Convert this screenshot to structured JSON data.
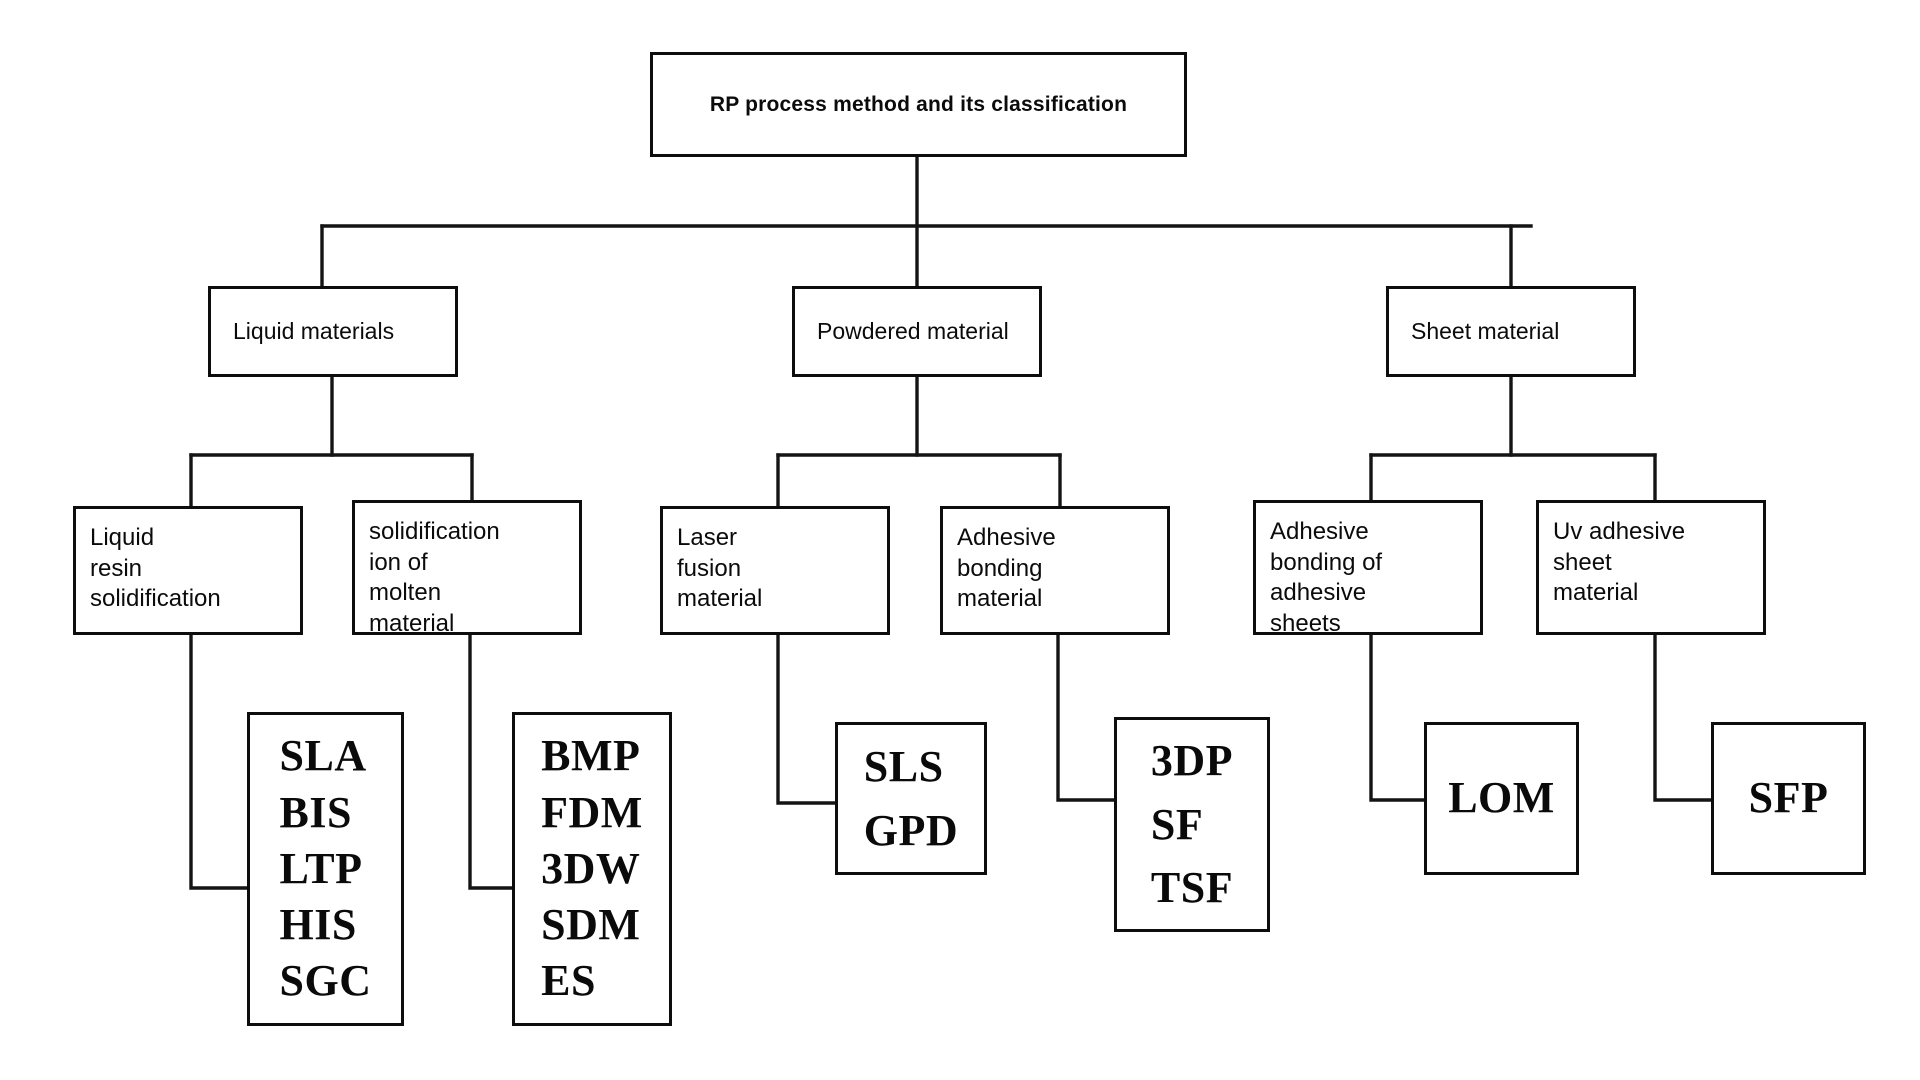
{
  "diagram": {
    "title": "RP process method and its classification",
    "type": "tree",
    "orientation": "top-down",
    "stroke_color": "#0d0d0d",
    "background_color": "#ffffff",
    "text_color": "#0b0b0b"
  },
  "root": {
    "label": "RP process method and its classification"
  },
  "categories": [
    {
      "label": "Liquid materials"
    },
    {
      "label": "Powdered material"
    },
    {
      "label": "Sheet material"
    }
  ],
  "methods": [
    {
      "label": "Liquid\nresin\nsolidification"
    },
    {
      "label": "solidification\nion of\nmolten\nmaterial"
    },
    {
      "label": "Laser\nfusion\nmaterial"
    },
    {
      "label": "Adhesive\nbonding\nmaterial"
    },
    {
      "label": "Adhesive\nbonding of\nadhesive\nsheets"
    },
    {
      "label": "Uv adhesive\nsheet\nmaterial"
    }
  ],
  "leaves": [
    {
      "label": "SLA\nBIS\nLTP\nHIS\nSGC",
      "items": [
        "SLA",
        "BIS",
        "LTP",
        "HIS",
        "SGC"
      ]
    },
    {
      "label": "BMP\nFDM\n3DW\nSDM\nES",
      "items": [
        "BMP",
        "FDM",
        "3DW",
        "SDM",
        "ES"
      ]
    },
    {
      "label": "SLS\nGPD",
      "items": [
        "SLS",
        "GPD"
      ]
    },
    {
      "label": "3DP\nSF\nTSF",
      "items": [
        "3DP",
        "SF",
        "TSF"
      ]
    },
    {
      "label": "LOM",
      "items": [
        "LOM"
      ]
    },
    {
      "label": "SFP",
      "items": [
        "SFP"
      ]
    }
  ]
}
